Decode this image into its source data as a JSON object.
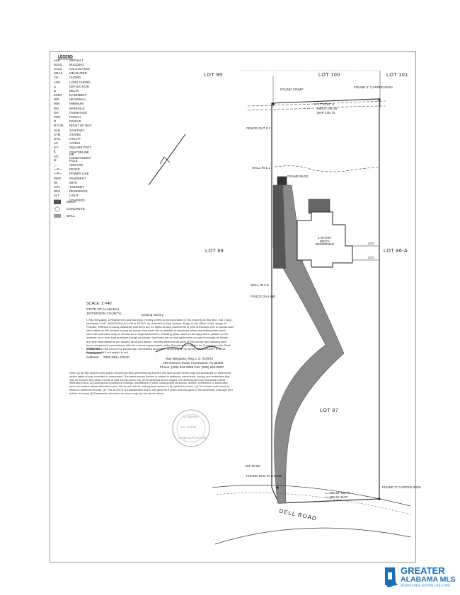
{
  "legend": {
    "title": "LEGEND",
    "items": [
      {
        "abbr": "ASP",
        "meaning": "ASPHALT"
      },
      {
        "abbr": "BLDG",
        "meaning": "BUILDING"
      },
      {
        "abbr": "CALC",
        "meaning": "CALCULATED"
      },
      {
        "abbr": "MEAS",
        "meaning": "MEASURED"
      },
      {
        "abbr": "CH",
        "meaning": "CHORD"
      },
      {
        "abbr": "LNG",
        "meaning": "LONG CHORD"
      },
      {
        "abbr": "Δ",
        "meaning": "DEFLECTION"
      },
      {
        "abbr": "Δ",
        "meaning": "DELTA"
      },
      {
        "abbr": "ESMT",
        "meaning": "EASEMENT"
      },
      {
        "abbr": "HW",
        "meaning": "HEADWALL"
      },
      {
        "abbr": "MIN",
        "meaning": "MINIMUM"
      },
      {
        "abbr": "MH",
        "meaning": "MANHOLE"
      },
      {
        "abbr": "OH",
        "meaning": "OVERHANG"
      },
      {
        "abbr": "POR",
        "meaning": "PORCH"
      },
      {
        "abbr": "R",
        "meaning": "RADIUS"
      },
      {
        "abbr": "R.O.W.",
        "meaning": "RIGHT OF WAY"
      },
      {
        "abbr": "SAN",
        "meaning": "SANITARY"
      },
      {
        "abbr": "STM",
        "meaning": "STORM"
      },
      {
        "abbr": "UTIL",
        "meaning": "UTILITY"
      },
      {
        "abbr": "AC",
        "meaning": "ACRES"
      },
      {
        "abbr": "S.F.",
        "meaning": "SQUARE FEET"
      },
      {
        "abbr": "℄",
        "meaning": "CENTERLINE"
      },
      {
        "abbr": "A/C",
        "meaning": "AIR CONDITIONER"
      },
      {
        "abbr": "⊕",
        "meaning": "POLE"
      },
      {
        "abbr": "→",
        "meaning": "ANCHOR"
      },
      {
        "abbr": "—X—",
        "meaning": "FENCE"
      },
      {
        "abbr": "—P—",
        "meaning": "POWER LINE"
      },
      {
        "abbr": "P/MT",
        "meaning": "PAVEMENT"
      },
      {
        "abbr": "W/",
        "meaning": "WITH"
      },
      {
        "abbr": "TAN",
        "meaning": "TANGENT"
      },
      {
        "abbr": "RES",
        "meaning": "RESIDENCE"
      },
      {
        "abbr": "ELT",
        "meaning": "LIGHT"
      },
      {
        "abbr": "COV",
        "meaning": "COVERED"
      }
    ],
    "deck": "DECK",
    "concrete": "CONCRETE",
    "wall": "WALL"
  },
  "lots": {
    "lot99": "LOT 99",
    "lot100": "LOT 100",
    "lot101": "LOT 101",
    "lot88": "LOT 88",
    "lot86a": "LOT 86-A",
    "lot87": "LOT 87"
  },
  "labels": {
    "found_crimp": "FOUND CRIMP",
    "found_capped_iron": "FOUND 3\" CAPPED IRON",
    "fence_out": "FENCE OUT 0.2",
    "wall_in_11": "WALL IN 1.1",
    "frame_bldg": "FRAME BLDG",
    "residence": "1-STORY BRICK RESIDENCE",
    "dim_top": "23.0",
    "dim_bottom": "23.0",
    "wall_in_06": "WALL IN 0.6",
    "fence_on_line": "FENCE ON LINE",
    "found_nail": "FOUND NAIL IN STUMP",
    "found_capped_iron_2": "FOUND 3\" CAPPED IRON",
    "angle_1": "101°20'38\"",
    "road": "DELL ROAD",
    "north_top": "N 47°52'53\" E",
    "meas_top": "MEAS 148.26",
    "map_top": "MAP 148.73",
    "meas_bottom": "L=180.23' MEAS",
    "map_bottom": "L=180.31' MAP",
    "scale": "SCALE: 1\"=40'",
    "state": "STATE OF ALABAMA)",
    "county": "JEFFERSON COUNTY)",
    "closing": "Closing Survey"
  },
  "certification": "I, Ray Weygand, a Registered Land Surveyor, hereby certify to the purchaser of this property at this time, that I have surveyed Lot 87, ADDITION NO 1 DELL ROAD, as recorded in Map Volume, Page, in the Office of the Judge of Probate, Jefferson County, Alabama; that there are no rights-of-way, easements or joint driveways over or across said land visible on the surface except as shown; that there are no electric or telephone wires (excluding wires which serve the premises only) or structures or supports therefor, including poles, anchors and guy wires, (visible on the surface) on or over said premises except as shown; that there are no encroachments on said lot except as shown and that improvements are located as shown above. I hereby state that all parts of this survey and drawing have been completed in accordance with the current requirements of the Standards of Practice for Surveying in the State of Alabama to the best of my knowledge, information and belief, according to my survey of FEBRUARY 6, 2018. Survey invalid if not sealed in red.",
  "order": {
    "order_no_label": "Order No.:",
    "purchaser_label": "Purchaser:",
    "address_label": "Address:",
    "address": "2303 DELL ROAD"
  },
  "surveyor": {
    "name": "Ray Weygand, Reg. L.S. #24973",
    "address": "169 Oxmoor Road, Homewood, AL 35209",
    "phone": "Phone: (205) 942-0086  Fax: (205) 942-0087"
  },
  "note": "Note: (a) No title search of the public records has been performed by this firm and land shown hereon was not abstracted for easements and/or rights-of-way, recorded or unrecorded. The parcel shown hereon is subject to setbacks, easements, zoning, and restrictions that may be found in the public records of said county and/or city. (b) All bearings and/or angles, are deed/record map and actual unless otherwise noted. (c) Underground portions of footings, foundations or other underground structures, utilities, cemeteries or burial sites were not located unless otherwise noted. We do not look for underground sewers or fly manholes covers. (d) The shown north arrow is based on deed/record map. (e) This survey is not transferable and is only good for 6 years and only good to the ownership, that pays for it at time of survey. (f) Easements not shown on record map are not shown above.",
  "seal": {
    "top": "ALABAMA",
    "number": "No. 24973",
    "bottom": "LAND SURVEYOR"
  },
  "logo": {
    "line1": "GREATER",
    "line2": "ALABAMA MLS",
    "tagline": "SEARCH REAL ESTATE LIKE A PRO",
    "color": "#1f6fb0"
  }
}
